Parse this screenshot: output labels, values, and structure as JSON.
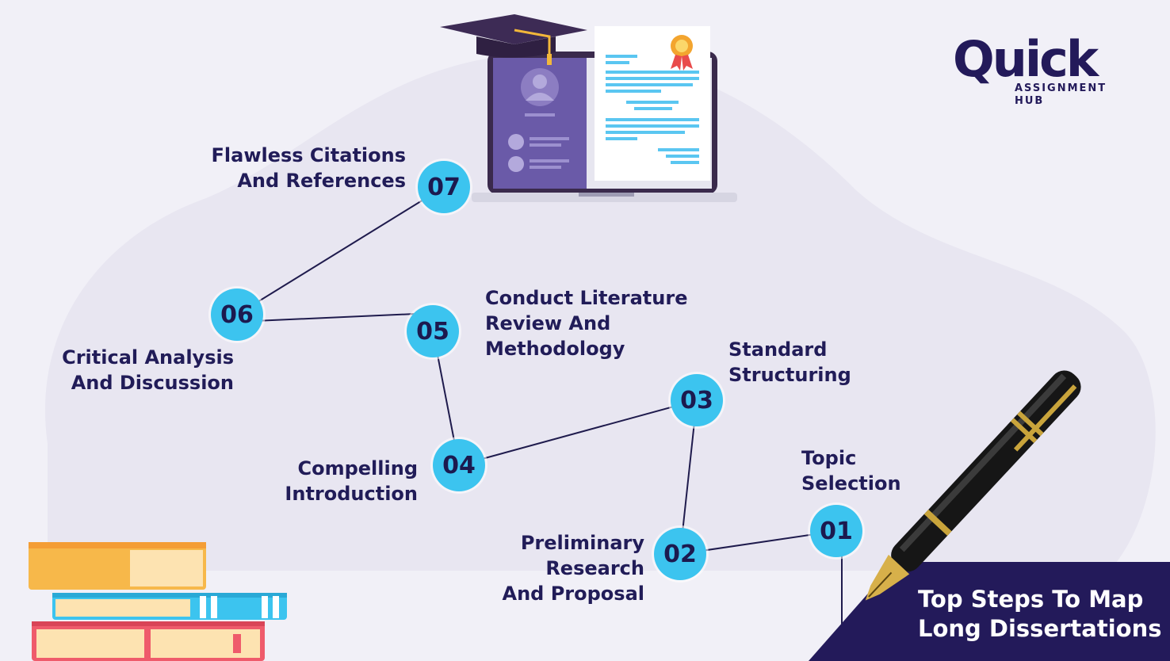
{
  "brand": {
    "name": "Quick",
    "tagline_line1": "ASSIGNMENT",
    "tagline_line2": "HUB"
  },
  "title": {
    "line1": "Top Steps To Map",
    "line2": "Long Dissertations"
  },
  "steps": [
    {
      "number": "01",
      "line1": "Topic",
      "line2": "Selection",
      "line3": ""
    },
    {
      "number": "02",
      "line1": "Preliminary",
      "line2": "Research",
      "line3": "And Proposal"
    },
    {
      "number": "03",
      "line1": "Standard",
      "line2": "Structuring",
      "line3": ""
    },
    {
      "number": "04",
      "line1": "Compelling",
      "line2": "Introduction",
      "line3": ""
    },
    {
      "number": "05",
      "line1": "Conduct Literature",
      "line2": "Review And",
      "line3": "Methodology"
    },
    {
      "number": "06",
      "line1": "Critical Analysis",
      "line2": "And Discussion",
      "line3": ""
    },
    {
      "number": "07",
      "line1": "Flawless Citations",
      "line2": "And References",
      "line3": ""
    }
  ],
  "colors": {
    "background": "#f1f0f7",
    "node": "#3cc4ef",
    "text": "#211c58",
    "banner": "#231a5a"
  }
}
